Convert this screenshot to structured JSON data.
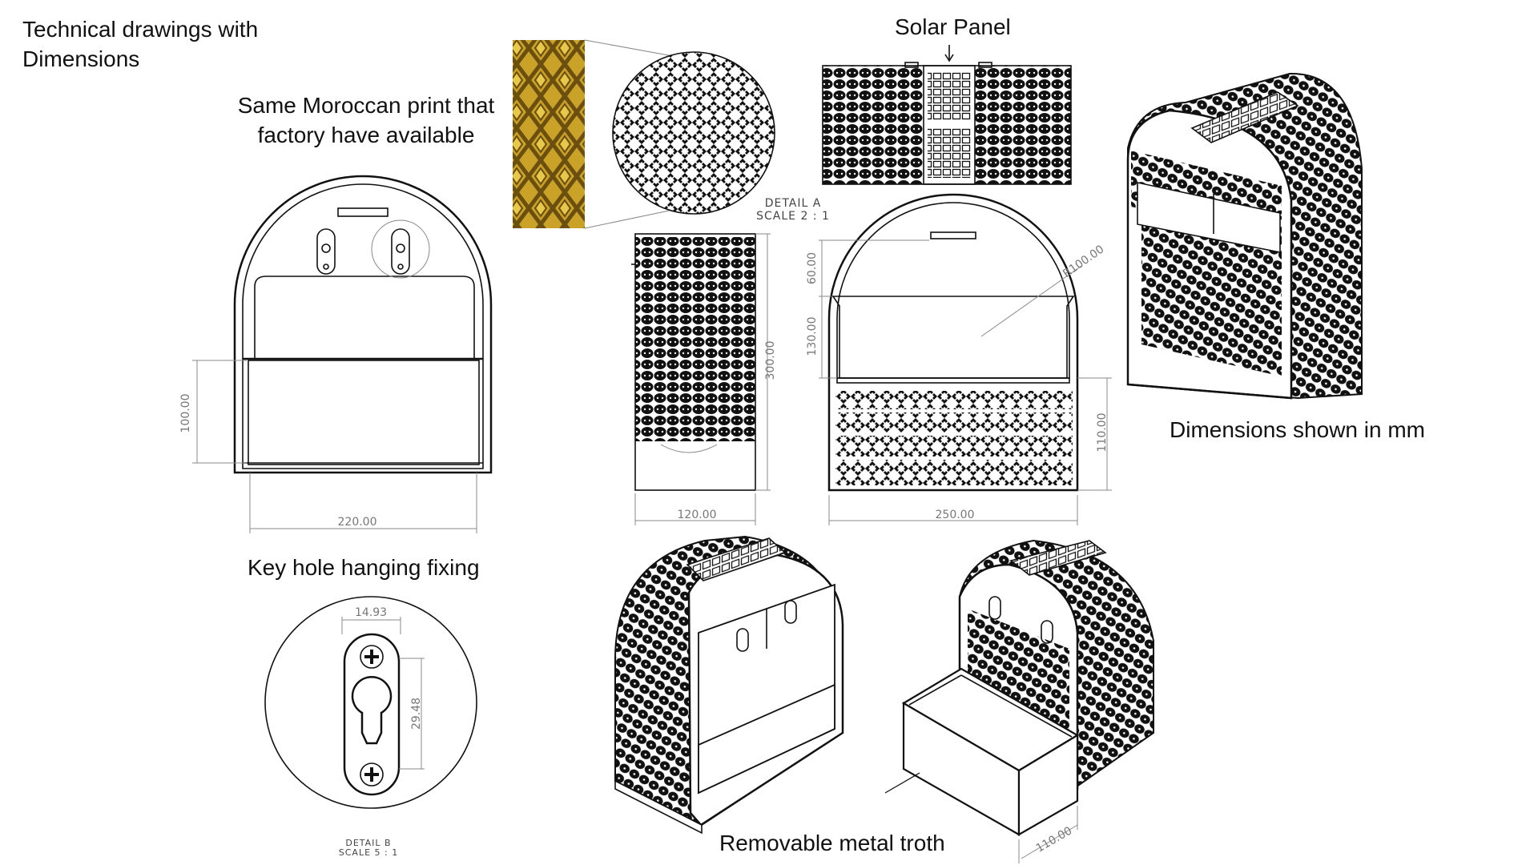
{
  "title": {
    "line1": "Technical drawings with",
    "line2": "Dimensions"
  },
  "callouts": {
    "moroccan": {
      "line1": "Same Moroccan print that",
      "line2": "factory have available"
    },
    "solar_panel": "Solar Panel",
    "dimensions_note": "Dimensions shown in mm",
    "keyhole": "Key hole hanging fixing",
    "removable": "Removable metal troth"
  },
  "detail_a": {
    "name": "DETAIL A",
    "scale": "SCALE 2 : 1"
  },
  "detail_b": {
    "name": "DETAIL B",
    "scale": "SCALE 5 : 1"
  },
  "dimensions": {
    "front_height": "100.00",
    "front_width": "220.00",
    "side_height": "300.00",
    "side_width": "120.00",
    "arch_top": "60.00",
    "arch_mid": "130.00",
    "radius": "R100.00",
    "pattern_height": "110.00",
    "overall_width": "250.00",
    "keyhole_width": "14.93",
    "keyhole_height": "29.48",
    "trough_depth": "110.00"
  },
  "colors": {
    "gold": "#c9a227",
    "gold_dark": "#6b4f10",
    "line": "#111111",
    "dim": "#777777"
  }
}
